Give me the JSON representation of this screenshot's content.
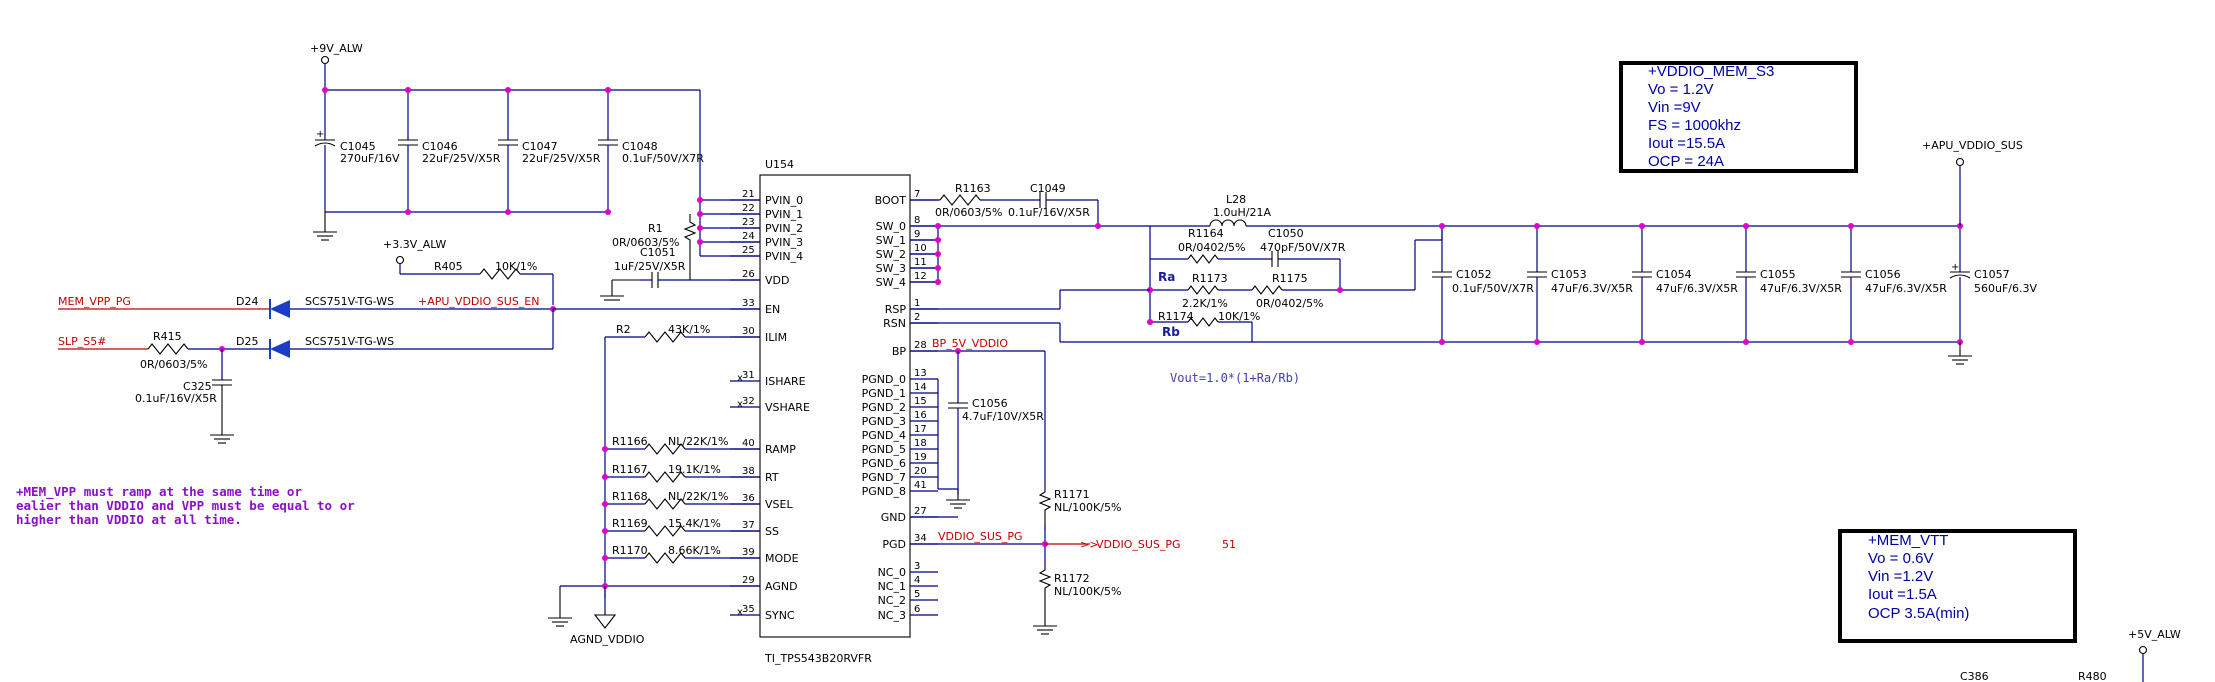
{
  "ic": {
    "ref": "U154",
    "part": "TI_TPS543B20RVFR"
  },
  "pins_left": [
    {
      "num": "21",
      "name": "PVIN_0"
    },
    {
      "num": "22",
      "name": "PVIN_1"
    },
    {
      "num": "23",
      "name": "PVIN_2"
    },
    {
      "num": "24",
      "name": "PVIN_3"
    },
    {
      "num": "25",
      "name": "PVIN_4"
    },
    {
      "num": "26",
      "name": "VDD"
    },
    {
      "num": "33",
      "name": "EN"
    },
    {
      "num": "30",
      "name": "ILIM"
    },
    {
      "num": "31",
      "name": "ISHARE"
    },
    {
      "num": "32",
      "name": "VSHARE"
    },
    {
      "num": "40",
      "name": "RAMP"
    },
    {
      "num": "38",
      "name": "RT"
    },
    {
      "num": "36",
      "name": "VSEL"
    },
    {
      "num": "37",
      "name": "SS"
    },
    {
      "num": "39",
      "name": "MODE"
    },
    {
      "num": "29",
      "name": "AGND"
    },
    {
      "num": "35",
      "name": "SYNC"
    }
  ],
  "pins_right": [
    {
      "num": "7",
      "name": "BOOT"
    },
    {
      "num": "8",
      "name": "SW_0"
    },
    {
      "num": "9",
      "name": "SW_1"
    },
    {
      "num": "10",
      "name": "SW_2"
    },
    {
      "num": "11",
      "name": "SW_3"
    },
    {
      "num": "12",
      "name": "SW_4"
    },
    {
      "num": "1",
      "name": "RSP"
    },
    {
      "num": "2",
      "name": "RSN"
    },
    {
      "num": "28",
      "name": "BP"
    },
    {
      "num": "13",
      "name": "PGND_0"
    },
    {
      "num": "14",
      "name": "PGND_1"
    },
    {
      "num": "15",
      "name": "PGND_2"
    },
    {
      "num": "16",
      "name": "PGND_3"
    },
    {
      "num": "17",
      "name": "PGND_4"
    },
    {
      "num": "18",
      "name": "PGND_5"
    },
    {
      "num": "19",
      "name": "PGND_6"
    },
    {
      "num": "20",
      "name": "PGND_7"
    },
    {
      "num": "41",
      "name": "PGND_8"
    },
    {
      "num": "27",
      "name": "GND"
    },
    {
      "num": "34",
      "name": "PGD"
    },
    {
      "num": "3",
      "name": "NC_0"
    },
    {
      "num": "4",
      "name": "NC_1"
    },
    {
      "num": "5",
      "name": "NC_2"
    },
    {
      "num": "6",
      "name": "NC_3"
    }
  ],
  "rails": {
    "v9": "+9V_ALW",
    "v33": "+3.3V_ALW",
    "apu": "+APU_VDDIO_SUS",
    "v5": "+5V_ALW"
  },
  "nets": {
    "mem_vpp_pg": "MEM_VPP_PG",
    "slp_s5": "SLP_S5#",
    "apu_en": "+APU_VDDIO_SUS_EN",
    "bp": "BP_5V_VDDIO",
    "pg": "VDDIO_SUS_PG",
    "pg_off": "VDDIO_SUS_PG",
    "pg_page": "51",
    "agnd": "AGND_VDDIO"
  },
  "input_caps": [
    {
      "ref": "C1045",
      "val": "270uF/16V"
    },
    {
      "ref": "C1046",
      "val": "22uF/25V/X5R"
    },
    {
      "ref": "C1047",
      "val": "22uF/25V/X5R"
    },
    {
      "ref": "C1048",
      "val": "0.1uF/50V/X7R"
    }
  ],
  "output_caps": [
    {
      "ref": "C1052",
      "val": "0.1uF/50V/X7R"
    },
    {
      "ref": "C1053",
      "val": "47uF/6.3V/X5R"
    },
    {
      "ref": "C1054",
      "val": "47uF/6.3V/X5R"
    },
    {
      "ref": "C1055",
      "val": "47uF/6.3V/X5R"
    },
    {
      "ref": "C1056",
      "val": "47uF/6.3V/X5R"
    },
    {
      "ref": "C1057",
      "val": "560uF/6.3V"
    }
  ],
  "parts": {
    "r1": {
      "ref": "R1",
      "val": "0R/0603/5%"
    },
    "c1051": {
      "ref": "C1051",
      "val": "1uF/25V/X5R"
    },
    "r405": {
      "ref": "R405",
      "val": "10K/1%"
    },
    "d24": {
      "ref": "D24",
      "val": "SCS751V-TG-WS"
    },
    "d25": {
      "ref": "D25",
      "val": "SCS751V-TG-WS"
    },
    "r415": {
      "ref": "R415",
      "val": "0R/0603/5%"
    },
    "c325": {
      "ref": "C325",
      "val": "0.1uF/16V/X5R"
    },
    "r2": {
      "ref": "R2",
      "val": "43K/1%"
    },
    "r1166": {
      "ref": "R1166",
      "val": "NL/22K/1%"
    },
    "r1167": {
      "ref": "R1167",
      "val": "19.1K/1%"
    },
    "r1168": {
      "ref": "R1168",
      "val": "NL/22K/1%"
    },
    "r1169": {
      "ref": "R1169",
      "val": "15.4K/1%"
    },
    "r1170": {
      "ref": "R1170",
      "val": "8.66K/1%"
    },
    "r1163": {
      "ref": "R1163",
      "val": "0R/0603/5%"
    },
    "c1049": {
      "ref": "C1049",
      "val": "0.1uF/16V/X5R"
    },
    "l28": {
      "ref": "L28",
      "val": "1.0uH/21A"
    },
    "r1164": {
      "ref": "R1164",
      "val": "0R/0402/5%"
    },
    "c1050": {
      "ref": "C1050",
      "val": "470pF/50V/X7R"
    },
    "r1173": {
      "ref": "R1173",
      "val": "2.2K/1%"
    },
    "r1175": {
      "ref": "R1175",
      "val": "0R/0402/5%"
    },
    "r1174": {
      "ref": "R1174",
      "val": "10K/1%"
    },
    "ra": "Ra",
    "rb": "Rb",
    "c1056b": {
      "ref": "C1056",
      "val": "4.7uF/10V/X5R"
    },
    "r1171": {
      "ref": "R1171",
      "val": "NL/100K/5%"
    },
    "r1172": {
      "ref": "R1172",
      "val": "NL/100K/5%"
    }
  },
  "vout_formula": "Vout=1.0*(1+Ra/Rb)",
  "spec_mem": [
    "+VDDIO_MEM_S3",
    "Vo = 1.2V",
    "Vin =9V",
    "FS = 1000khz",
    "Iout =15.5A",
    "OCP = 24A"
  ],
  "spec_vtt": [
    "+MEM_VTT",
    "Vo = 0.6V",
    "Vin =1.2V",
    "Iout =1.5A",
    "OCP 3.5A(min)"
  ],
  "note": [
    "+MEM_VPP must ramp at the same time or",
    " ealier than VDDIO and VPP must be equal to or",
    "higher than  VDDIO at all time."
  ],
  "bottom_refs": {
    "c386": "C386",
    "r480": "R480"
  }
}
